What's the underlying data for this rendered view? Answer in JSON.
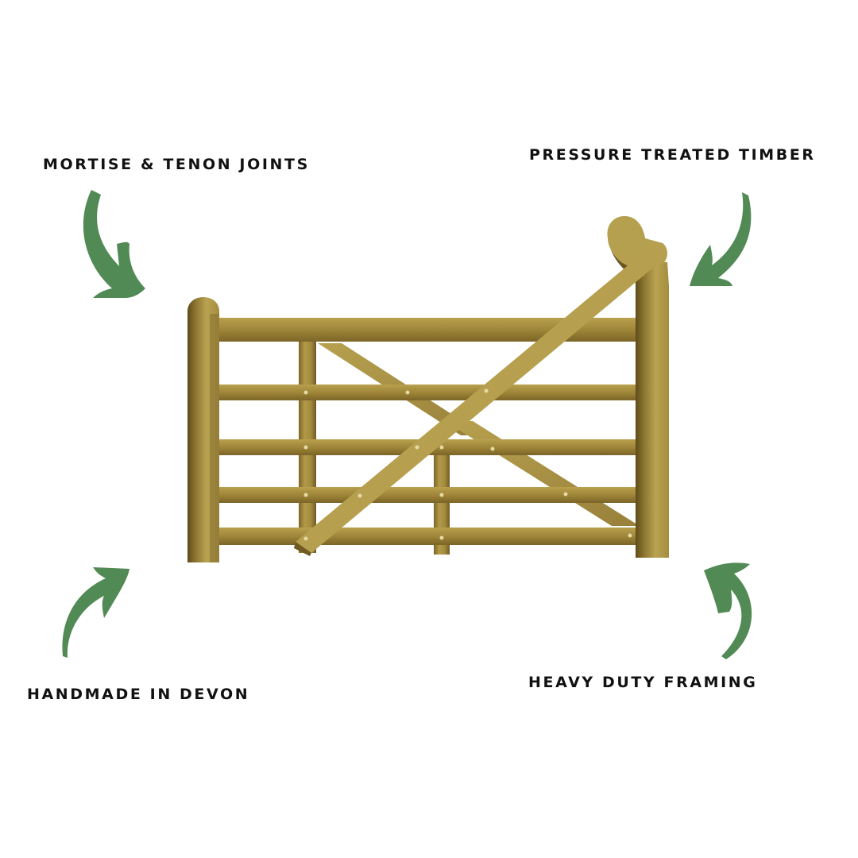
{
  "infographic": {
    "subject": "Five-bar wooden field gate",
    "features": [
      {
        "position": "top-left",
        "label": "MORTISE & TENON JOINTS",
        "arrow_direction": "down-right"
      },
      {
        "position": "top-right",
        "label": "PRESSURE TREATED TIMBER",
        "arrow_direction": "down-left"
      },
      {
        "position": "bottom-left",
        "label": "HANDMADE IN DEVON",
        "arrow_direction": "up-right"
      },
      {
        "position": "bottom-right",
        "label": "HEAVY DUTY FRAMING",
        "arrow_direction": "up-left"
      }
    ],
    "colors": {
      "arrow": "#528a55",
      "text": "#111111",
      "background": "#ffffff",
      "timber_light": "#b39a4a",
      "timber_mid": "#9a8138",
      "timber_dark": "#6f5a22"
    }
  }
}
